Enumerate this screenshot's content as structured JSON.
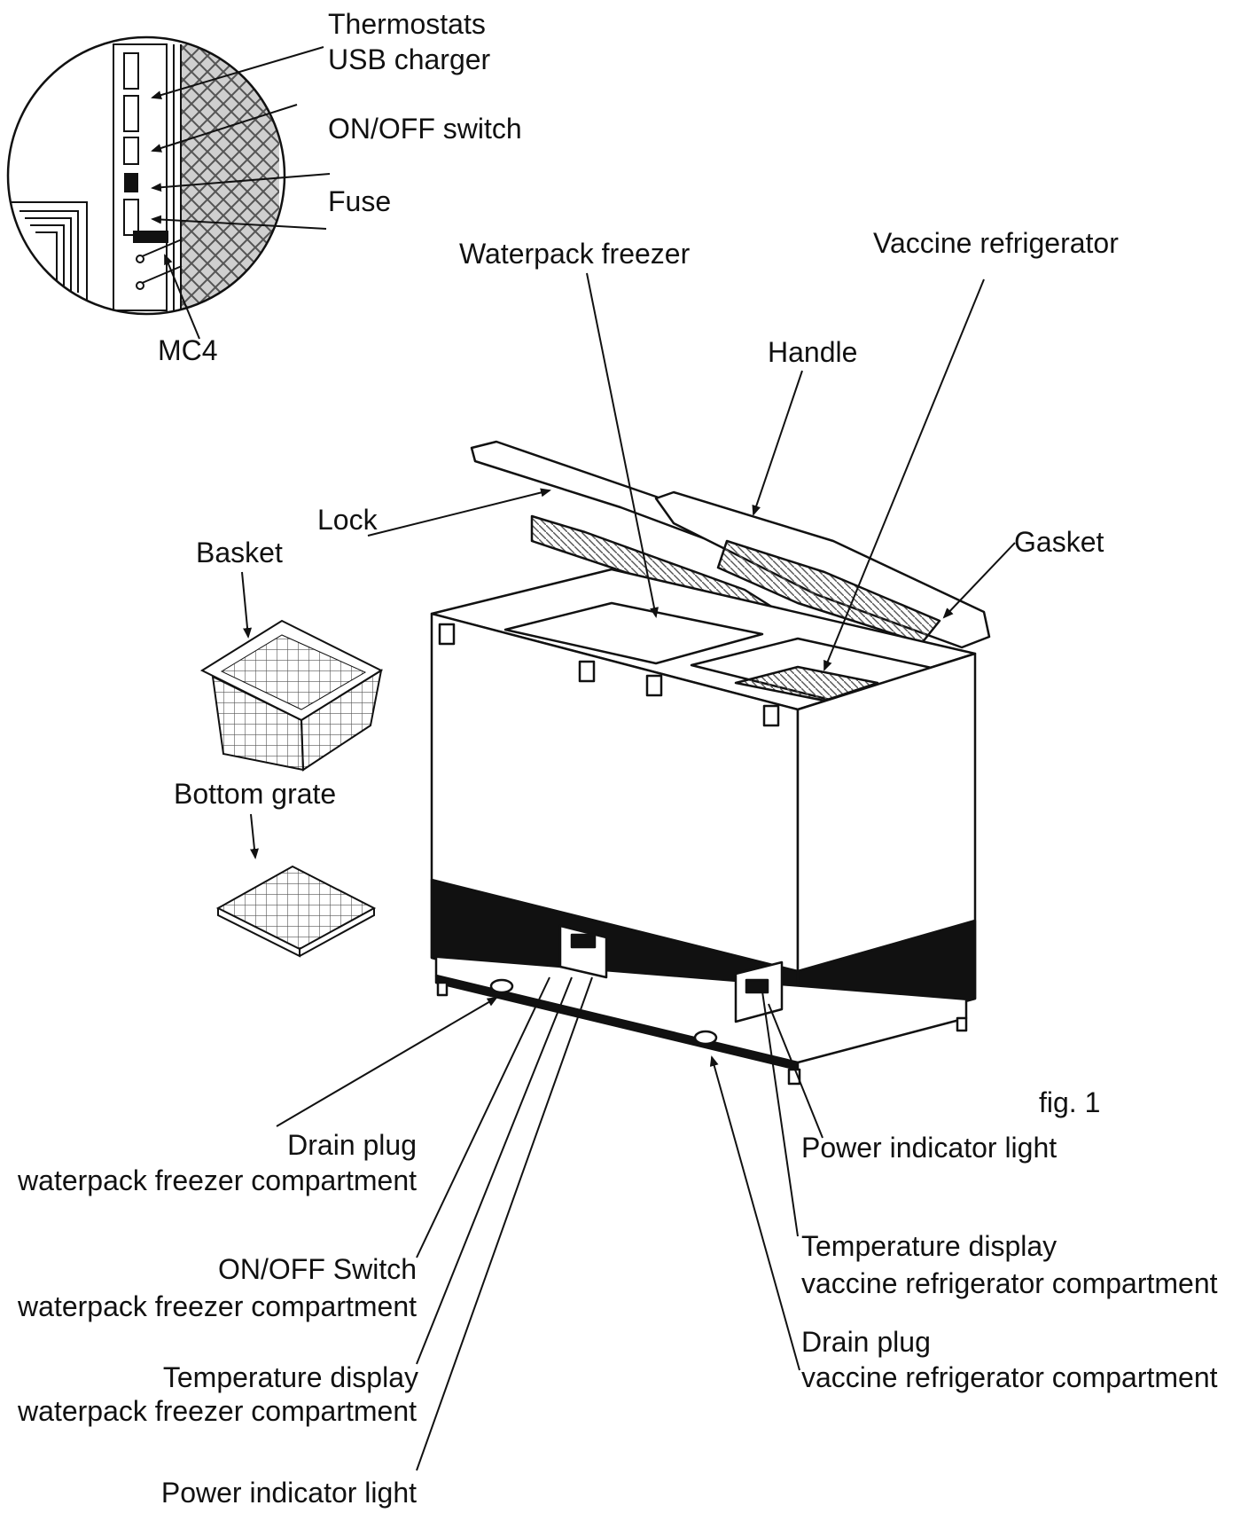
{
  "figure_caption": "fig. 1",
  "labels": {
    "thermostats": "Thermostats",
    "usb_charger": "USB charger",
    "on_off_switch": "ON/OFF switch",
    "fuse": "Fuse",
    "mc4": "MC4",
    "waterpack_freezer": "Waterpack freezer",
    "vaccine_refrigerator": "Vaccine refrigerator",
    "handle": "Handle",
    "lock": "Lock",
    "gasket": "Gasket",
    "basket": "Basket",
    "bottom_grate": "Bottom grate",
    "drain_plug_wf": {
      "line1": "Drain plug",
      "line2": "waterpack freezer compartment"
    },
    "on_off_wf": {
      "line1": "ON/OFF Switch",
      "line2": "waterpack freezer compartment"
    },
    "temp_display_wf": {
      "line1": "Temperature display",
      "line2": "waterpack freezer compartment"
    },
    "power_light_wf": "Power indicator light",
    "power_light_vr": "Power indicator light",
    "temp_display_vr": {
      "line1": "Temperature display",
      "line2": "vaccine refrigerator compartment"
    },
    "drain_plug_vr": {
      "line1": "Drain plug",
      "line2": "vaccine refrigerator compartment"
    }
  }
}
